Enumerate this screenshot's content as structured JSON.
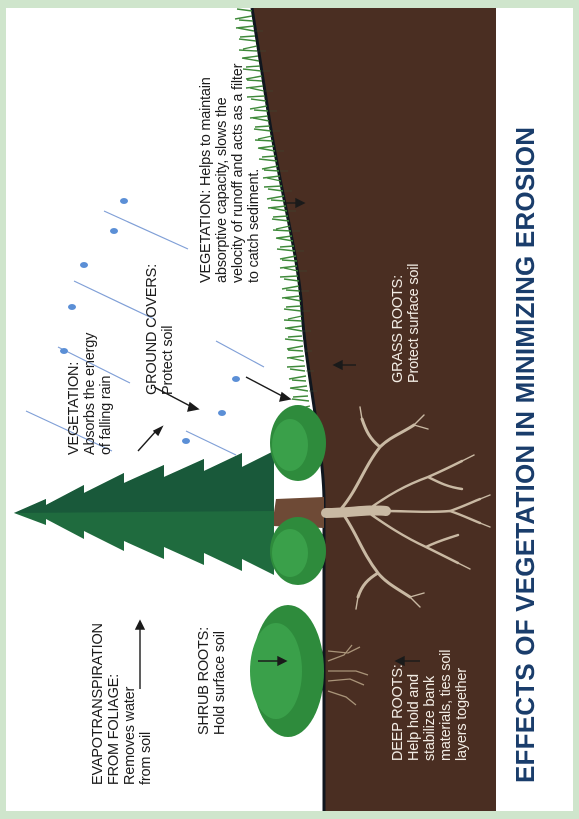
{
  "title": "EFFECTS OF VEGETATION IN MINIMIZING EROSION",
  "labels": {
    "evapotranspiration": {
      "heading": "EVAPOTRANSPIRATION FROM FOLIAGE:",
      "heading_line1": "EVAPOTRANSPIRATION",
      "heading_line2": "FROM FOLIAGE:",
      "body_line1": "Removes water",
      "body_line2": "from soil"
    },
    "vegetation_rain": {
      "heading": "VEGETATION:",
      "body_line1": "Absorbs the energy",
      "body_line2": "of falling rain"
    },
    "ground_covers": {
      "heading": "GROUND COVERS:",
      "body_line1": "Protect soil"
    },
    "vegetation_runoff": {
      "heading": "VEGETATION:",
      "body_line1": "Helps to maintain",
      "body_line2": "absorptive capacity, slows the",
      "body_line3": "velocity of runoff and acts as a filter",
      "body_line4": "to catch sediment."
    },
    "shrub_roots": {
      "heading": "SHRUB ROOTS:",
      "body_line1": "Hold surface soil"
    },
    "grass_roots": {
      "heading": "GRASS ROOTS:",
      "body_line1": "Protect surface soil"
    },
    "deep_roots": {
      "heading": "DEEP ROOTS:",
      "body_line1": "Help hold and",
      "body_line2": "stabilize bank",
      "body_line3": "materials, ties soil",
      "body_line4": "layers together"
    }
  },
  "colors": {
    "soil": "#4a2e22",
    "grass": "#3f8a3a",
    "tree": "#1f6b3e",
    "shrub": "#2e8b3c",
    "roots": "#c9b9a3",
    "rain": "#5b8fd6",
    "title": "#1a3d6b",
    "background": "#cfe5cc"
  }
}
